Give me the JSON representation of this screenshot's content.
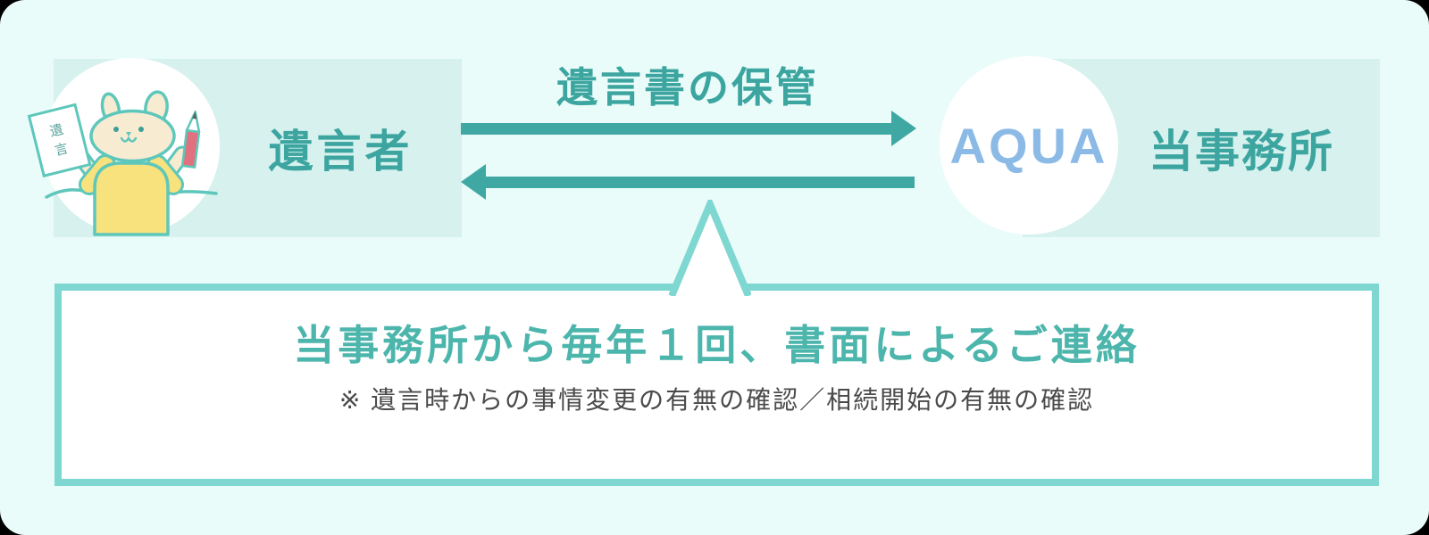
{
  "left_entity": {
    "label": "遺言者",
    "illustration": "rabbit-holding-will-and-pencil",
    "paper_label_chars": [
      "遺",
      "言"
    ]
  },
  "right_entity": {
    "label": "当事務所",
    "logo_text": "AQUA"
  },
  "flow": {
    "forward_label": "遺言書の保管",
    "forward_direction": "left-to-right",
    "return_direction": "right-to-left"
  },
  "callout": {
    "title": "当事務所から毎年１回、書面によるご連絡",
    "note": "※ 遺言時からの事情変更の有無の確認／相続開始の有無の確認"
  },
  "colors": {
    "background": "#e9fcf9",
    "entity_box_fill": "#d6f1ee",
    "accent_teal": "#3fa8a3",
    "callout_border": "#7ed7d0",
    "callout_title": "#4cb5ac",
    "note_text": "#4a4a4a",
    "logo_blue": "#8cbae7",
    "rabbit_outline": "#5ec7bb",
    "rabbit_fur": "#f7ecd2",
    "shirt_yellow": "#f8e27d",
    "pencil_red": "#e0717f"
  }
}
